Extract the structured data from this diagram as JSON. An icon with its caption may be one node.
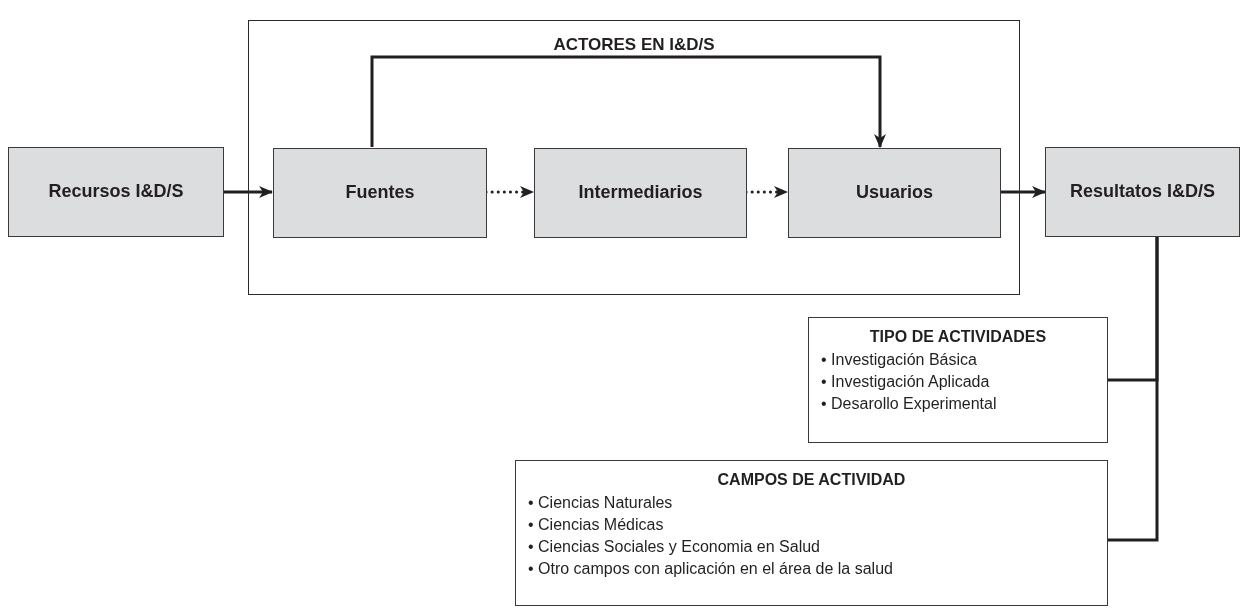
{
  "diagram": {
    "nodes": [
      {
        "text": [
          "Recursos I&D/S"
        ]
      },
      {
        "text": [
          "ACTORES EN I&D/S"
        ]
      },
      {
        "text": [
          "Fuentes"
        ],
        "in": 1
      },
      {
        "text": [
          "Intermediarios"
        ],
        "in": 1
      },
      {
        "text": [
          "Usuarios"
        ],
        "in": 1
      },
      {
        "text": [
          "Resultatos I&D/S"
        ]
      },
      {
        "text": [
          "TIPO DE ACTIVIDADES",
          "• Investigación Básica",
          "• Investigación Aplicada",
          "• Desarollo Experimental"
        ]
      },
      {
        "text": [
          "CAMPOS DE ACTIVIDAD",
          "• Ciencias Naturales",
          "• Ciencias Médicas",
          "• Ciencias Sociales y Economia en Salud",
          "• Otro campos con aplicación en el área de la salud"
        ]
      }
    ],
    "edges": [
      {
        "from": 0,
        "to": 2,
        "arrow": "to"
      },
      {
        "from": 2,
        "to": 3,
        "arrow": "to",
        "style": "dashed"
      },
      {
        "from": 3,
        "to": 4,
        "arrow": "to",
        "style": "dashed"
      },
      {
        "from": 4,
        "to": 5,
        "arrow": "to"
      },
      {
        "from": 2,
        "to": 4,
        "arrow": "to"
      },
      {
        "from": 5,
        "to": 6,
        "arrow": "none"
      },
      {
        "from": 5,
        "to": 7,
        "arrow": "none"
      }
    ]
  }
}
